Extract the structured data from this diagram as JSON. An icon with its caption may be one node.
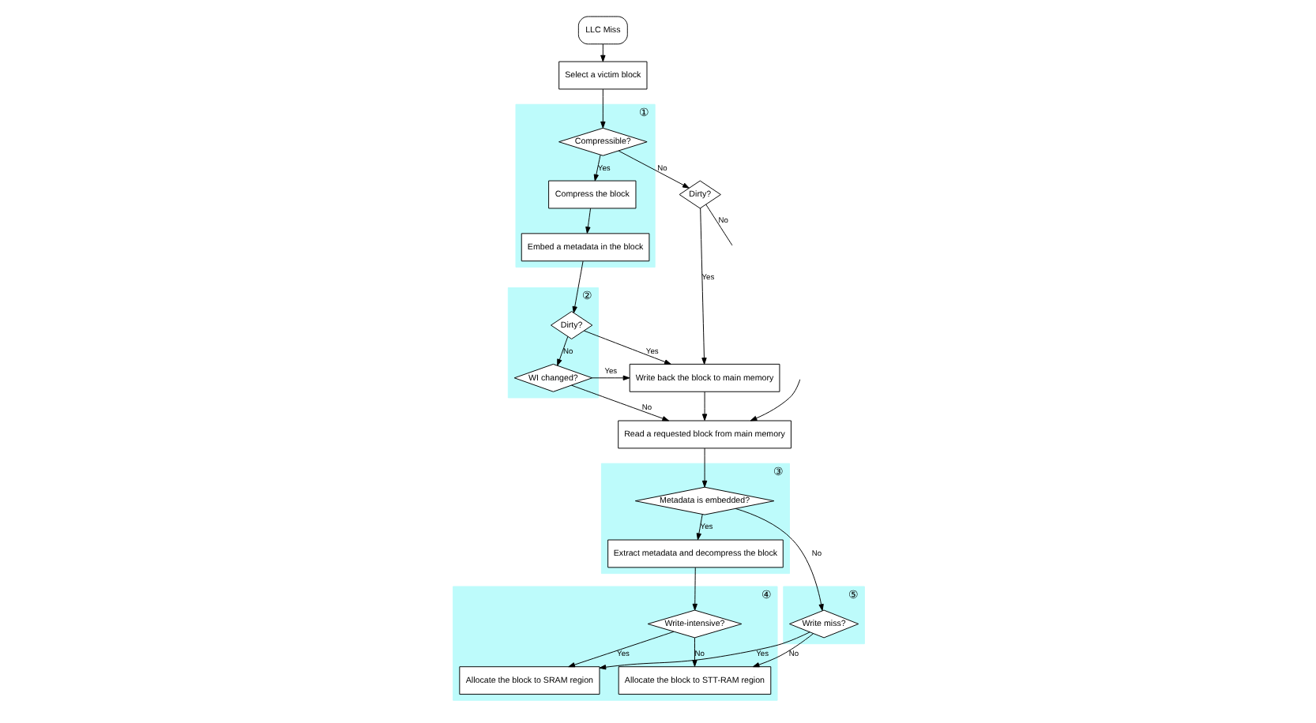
{
  "diagram": {
    "nodes": [
      {
        "text": [
          "LLC Miss"
        ]
      },
      {
        "text": [
          "Select a victim block"
        ]
      },
      {
        "text": [
          "①"
        ]
      },
      {
        "text": [
          "Compressible?"
        ],
        "in": 2
      },
      {
        "text": [
          "Compress the block"
        ],
        "in": 2
      },
      {
        "text": [
          "Embed a metadata in the block"
        ],
        "in": 2
      },
      {
        "text": [
          "Dirty?"
        ]
      },
      {
        "text": [
          "②"
        ]
      },
      {
        "text": [
          "Dirty?"
        ],
        "in": 7
      },
      {
        "text": [
          "WI changed?"
        ],
        "in": 7
      },
      {
        "text": [
          "Write back the block to main memory"
        ]
      },
      {
        "text": [
          "Read a requested block from main memory"
        ]
      },
      {
        "text": [
          "③"
        ]
      },
      {
        "text": [
          "Metadata is embedded?"
        ],
        "in": 12
      },
      {
        "text": [
          "Extract metadata and decompress the block"
        ],
        "in": 12
      },
      {
        "text": [
          "⑤"
        ]
      },
      {
        "text": [
          "Write miss?"
        ],
        "in": 15
      },
      {
        "text": [
          "④"
        ]
      },
      {
        "text": [
          "Write-intensive?"
        ],
        "in": 17
      },
      {
        "text": [
          "Allocate the block to SRAM region"
        ],
        "in": 17
      },
      {
        "text": [
          "Allocate the block to STT-RAM region"
        ],
        "in": 17
      }
    ],
    "edges": [
      {
        "from": 0,
        "to": 1,
        "arrow": "to"
      },
      {
        "from": 1,
        "to": 3,
        "arrow": "to"
      },
      {
        "from": 3,
        "to": 4,
        "arrow": "to",
        "label": "Yes"
      },
      {
        "from": 3,
        "to": 6,
        "arrow": "to",
        "label": "No"
      },
      {
        "from": 4,
        "to": 5,
        "arrow": "to"
      },
      {
        "from": 5,
        "to": 8,
        "arrow": "to"
      },
      {
        "from": 8,
        "to": 9,
        "arrow": "to",
        "label": "No"
      },
      {
        "from": 8,
        "to": 10,
        "arrow": "to",
        "label": "Yes"
      },
      {
        "from": 9,
        "to": 10,
        "arrow": "to",
        "label": "Yes"
      },
      {
        "from": 9,
        "to": 11,
        "arrow": "to",
        "label": "No"
      },
      {
        "from": 6,
        "to": 10,
        "arrow": "to",
        "label": "Yes"
      },
      {
        "from": 6,
        "to": null,
        "arrow": "none",
        "label": "No"
      },
      {
        "from": 10,
        "to": 11,
        "arrow": "to"
      },
      {
        "from": null,
        "to": 11,
        "arrow": "to"
      },
      {
        "from": 11,
        "to": 13,
        "arrow": "to"
      },
      {
        "from": 13,
        "to": 14,
        "arrow": "to",
        "label": "Yes"
      },
      {
        "from": 13,
        "to": 16,
        "arrow": "to",
        "label": "No"
      },
      {
        "from": 14,
        "to": 18,
        "arrow": "to"
      },
      {
        "from": 18,
        "to": 19,
        "arrow": "to",
        "label": "Yes"
      },
      {
        "from": 18,
        "to": 20,
        "arrow": "to",
        "label": "No"
      },
      {
        "from": 16,
        "to": 19,
        "arrow": "to",
        "label": "Yes"
      },
      {
        "from": 16,
        "to": 20,
        "arrow": "to",
        "label": "No"
      }
    ]
  }
}
